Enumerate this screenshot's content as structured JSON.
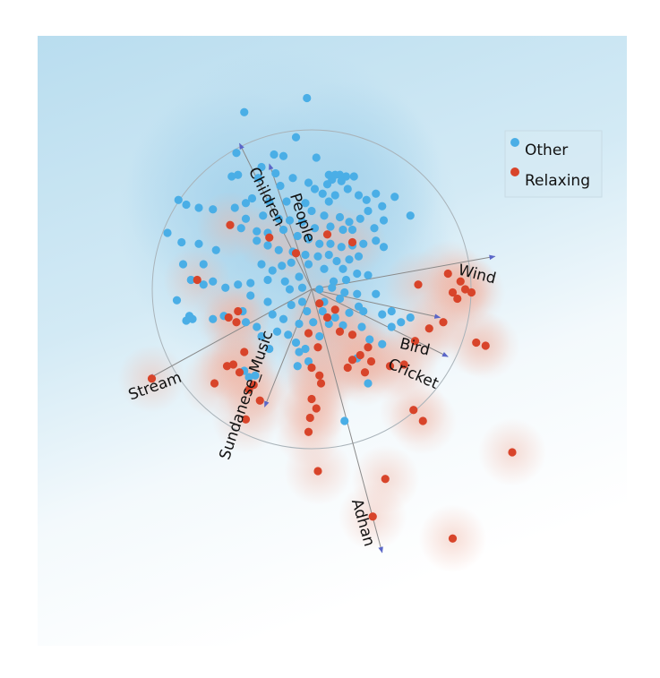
{
  "chart_data": {
    "type": "scatter",
    "title": "",
    "legend_position": "top-right",
    "grid": false,
    "colors": {
      "Other": "#4aaee6",
      "Relaxing": "#d8442a",
      "background_other": "#b5dcee",
      "background_relaxing": "#f4c9bd",
      "axis_line": "#8a8a8a",
      "axis_arrow": "#5a66c8"
    },
    "biplot_vectors": [
      {
        "name": "Children",
        "x": -0.46,
        "y": 0.93
      },
      {
        "name": "People",
        "x": -0.27,
        "y": 0.8
      },
      {
        "name": "Wind",
        "x": 1.17,
        "y": 0.21
      },
      {
        "name": "Bird",
        "x": 0.82,
        "y": -0.18
      },
      {
        "name": "Cricket",
        "x": 0.87,
        "y": -0.43
      },
      {
        "name": "Adhan",
        "x": 0.45,
        "y": -1.68
      },
      {
        "name": "Sundanese_Music",
        "x": -0.3,
        "y": -0.75
      },
      {
        "name": "Stream",
        "x": -1.04,
        "y": -0.57
      }
    ],
    "series": [
      {
        "name": "Other",
        "points": [
          [
            -0.03,
            1.22
          ],
          [
            -0.43,
            1.13
          ],
          [
            -0.1,
            0.97
          ],
          [
            -0.48,
            0.87
          ],
          [
            -0.18,
            0.85
          ],
          [
            -0.24,
            0.86
          ],
          [
            -0.32,
            0.78
          ],
          [
            -0.34,
            0.71
          ],
          [
            -0.23,
            0.74
          ],
          [
            -0.12,
            0.71
          ],
          [
            -0.2,
            0.66
          ],
          [
            -0.47,
            0.73
          ],
          [
            -0.51,
            0.72
          ],
          [
            0.03,
            0.84
          ],
          [
            0.11,
            0.73
          ],
          [
            0.15,
            0.73
          ],
          [
            0.18,
            0.73
          ],
          [
            0.22,
            0.72
          ],
          [
            0.27,
            0.72
          ],
          [
            0.13,
            0.7
          ],
          [
            0.1,
            0.67
          ],
          [
            0.19,
            0.69
          ],
          [
            -0.02,
            0.68
          ],
          [
            0.02,
            0.64
          ],
          [
            0.07,
            0.61
          ],
          [
            0.15,
            0.6
          ],
          [
            0.23,
            0.64
          ],
          [
            0.3,
            0.6
          ],
          [
            0.35,
            0.57
          ],
          [
            0.11,
            0.56
          ],
          [
            0.41,
            0.61
          ],
          [
            0.53,
            0.59
          ],
          [
            0.45,
            0.53
          ],
          [
            0.36,
            0.5
          ],
          [
            0.31,
            0.45
          ],
          [
            0.24,
            0.43
          ],
          [
            0.18,
            0.46
          ],
          [
            0.08,
            0.47
          ],
          [
            0.0,
            0.5
          ],
          [
            -0.04,
            0.55
          ],
          [
            -0.16,
            0.56
          ],
          [
            -0.27,
            0.56
          ],
          [
            -0.38,
            0.58
          ],
          [
            -0.42,
            0.55
          ],
          [
            -0.49,
            0.52
          ],
          [
            -0.63,
            0.51
          ],
          [
            -0.72,
            0.52
          ],
          [
            -0.42,
            0.45
          ],
          [
            -0.31,
            0.47
          ],
          [
            -0.21,
            0.45
          ],
          [
            -0.14,
            0.44
          ],
          [
            -0.06,
            0.43
          ],
          [
            0.02,
            0.39
          ],
          [
            0.12,
            0.4
          ],
          [
            0.2,
            0.38
          ],
          [
            0.26,
            0.38
          ],
          [
            0.4,
            0.39
          ],
          [
            0.46,
            0.44
          ],
          [
            0.63,
            0.47
          ],
          [
            -0.45,
            0.39
          ],
          [
            -0.35,
            0.37
          ],
          [
            -0.28,
            0.36
          ],
          [
            -0.18,
            0.38
          ],
          [
            -0.09,
            0.34
          ],
          [
            -0.02,
            0.32
          ],
          [
            0.05,
            0.29
          ],
          [
            0.12,
            0.29
          ],
          [
            0.19,
            0.27
          ],
          [
            0.26,
            0.28
          ],
          [
            0.33,
            0.29
          ],
          [
            0.41,
            0.31
          ],
          [
            0.46,
            0.27
          ],
          [
            -0.35,
            0.31
          ],
          [
            -0.28,
            0.28
          ],
          [
            -0.21,
            0.25
          ],
          [
            -0.12,
            0.24
          ],
          [
            -0.04,
            0.22
          ],
          [
            0.04,
            0.21
          ],
          [
            0.11,
            0.22
          ],
          [
            0.16,
            0.18
          ],
          [
            0.24,
            0.19
          ],
          [
            0.3,
            0.21
          ],
          [
            -0.13,
            0.17
          ],
          [
            -0.19,
            0.15
          ],
          [
            -0.25,
            0.12
          ],
          [
            -0.32,
            0.16
          ],
          [
            -0.02,
            0.16
          ],
          [
            0.08,
            0.13
          ],
          [
            0.2,
            0.13
          ],
          [
            0.29,
            0.1
          ],
          [
            -0.08,
            0.08
          ],
          [
            -0.17,
            0.05
          ],
          [
            -0.28,
            0.06
          ],
          [
            -0.39,
            0.04
          ],
          [
            0.14,
            0.05
          ],
          [
            0.22,
            0.06
          ],
          [
            0.36,
            0.09
          ],
          [
            -0.61,
            0.25
          ],
          [
            -0.69,
            0.16
          ],
          [
            -0.77,
            0.06
          ],
          [
            -0.69,
            0.03
          ],
          [
            -0.55,
            0.01
          ],
          [
            -0.47,
            0.03
          ],
          [
            -0.14,
            0.0
          ],
          [
            -0.06,
            0.01
          ],
          [
            0.05,
            0.0
          ],
          [
            0.13,
            0.01
          ],
          [
            0.21,
            -0.02
          ],
          [
            0.29,
            -0.03
          ],
          [
            0.41,
            -0.03
          ],
          [
            -0.39,
            -0.04
          ],
          [
            -0.28,
            -0.08
          ],
          [
            -0.13,
            -0.1
          ],
          [
            -0.06,
            -0.08
          ],
          [
            0.08,
            -0.08
          ],
          [
            0.18,
            -0.06
          ],
          [
            0.3,
            -0.11
          ],
          [
            -0.44,
            -0.14
          ],
          [
            -0.56,
            -0.17
          ],
          [
            -0.63,
            -0.19
          ],
          [
            -0.03,
            -0.14
          ],
          [
            0.07,
            -0.14
          ],
          [
            0.15,
            -0.18
          ],
          [
            0.24,
            -0.15
          ],
          [
            0.33,
            -0.14
          ],
          [
            0.45,
            -0.16
          ],
          [
            0.51,
            -0.14
          ],
          [
            0.57,
            -0.21
          ],
          [
            -0.25,
            -0.16
          ],
          [
            -0.18,
            -0.19
          ],
          [
            -0.08,
            -0.22
          ],
          [
            0.01,
            -0.21
          ],
          [
            0.11,
            -0.22
          ],
          [
            0.2,
            -0.23
          ],
          [
            0.32,
            -0.24
          ],
          [
            -0.35,
            -0.24
          ],
          [
            -0.42,
            -0.21
          ],
          [
            -0.22,
            -0.27
          ],
          [
            -0.15,
            -0.29
          ],
          [
            0.05,
            -0.3
          ],
          [
            -0.92,
            0.36
          ],
          [
            -0.78,
            -0.17
          ],
          [
            -0.86,
            -0.07
          ],
          [
            -0.8,
            -0.2
          ],
          [
            0.63,
            -0.18
          ],
          [
            0.51,
            -0.24
          ],
          [
            0.29,
            -0.44
          ],
          [
            0.45,
            -0.35
          ],
          [
            0.37,
            -0.32
          ],
          [
            0.36,
            -0.6
          ],
          [
            0.21,
            -0.84
          ],
          [
            -0.43,
            -0.52
          ],
          [
            -0.36,
            -0.55
          ],
          [
            -0.27,
            -0.38
          ],
          [
            -0.32,
            -0.3
          ],
          [
            -0.1,
            -0.34
          ],
          [
            -0.08,
            -0.4
          ],
          [
            -0.04,
            -0.38
          ],
          [
            -0.85,
            0.57
          ],
          [
            -0.8,
            0.54
          ],
          [
            -0.83,
            0.3
          ],
          [
            -0.82,
            0.16
          ],
          [
            -0.72,
            0.29
          ],
          [
            -0.76,
            -0.19
          ],
          [
            -0.63,
            0.05
          ],
          [
            -0.4,
            -0.56
          ],
          [
            -0.02,
            -0.46
          ],
          [
            -0.09,
            -0.49
          ]
        ]
      },
      {
        "name": "Relaxing",
        "points": [
          [
            0.87,
            0.1
          ],
          [
            0.95,
            0.05
          ],
          [
            0.98,
            0.0
          ],
          [
            0.9,
            -0.02
          ],
          [
            1.02,
            -0.02
          ],
          [
            0.93,
            -0.06
          ],
          [
            0.68,
            0.03
          ],
          [
            -0.52,
            0.41
          ],
          [
            -0.27,
            0.33
          ],
          [
            -0.1,
            0.23
          ],
          [
            0.1,
            0.35
          ],
          [
            0.26,
            0.3
          ],
          [
            -0.73,
            0.06
          ],
          [
            -0.47,
            -0.14
          ],
          [
            -0.53,
            -0.18
          ],
          [
            -0.48,
            -0.21
          ],
          [
            0.05,
            -0.09
          ],
          [
            0.1,
            -0.18
          ],
          [
            0.15,
            -0.13
          ],
          [
            -0.02,
            -0.28
          ],
          [
            0.04,
            -0.37
          ],
          [
            0.18,
            -0.27
          ],
          [
            0.26,
            -0.29
          ],
          [
            0.36,
            -0.37
          ],
          [
            0.31,
            -0.42
          ],
          [
            0.26,
            -0.45
          ],
          [
            0.34,
            -0.53
          ],
          [
            0.23,
            -0.5
          ],
          [
            0.38,
            -0.46
          ],
          [
            -0.43,
            -0.4
          ],
          [
            -0.54,
            -0.49
          ],
          [
            -0.5,
            -0.48
          ],
          [
            -0.46,
            -0.53
          ],
          [
            -0.62,
            -0.6
          ],
          [
            -0.37,
            -0.61
          ],
          [
            -0.33,
            -0.71
          ],
          [
            0.0,
            -0.5
          ],
          [
            0.0,
            -0.7
          ],
          [
            0.06,
            -0.6
          ],
          [
            0.03,
            -0.76
          ],
          [
            -0.01,
            -0.82
          ],
          [
            -0.02,
            -0.91
          ],
          [
            -1.02,
            -0.57
          ],
          [
            0.66,
            -0.33
          ],
          [
            0.75,
            -0.25
          ],
          [
            0.84,
            -0.21
          ],
          [
            1.05,
            -0.34
          ],
          [
            1.11,
            -0.36
          ],
          [
            0.65,
            -0.77
          ],
          [
            0.71,
            -0.84
          ],
          [
            0.04,
            -1.16
          ],
          [
            0.47,
            -1.21
          ],
          [
            0.39,
            -1.45
          ],
          [
            0.9,
            -1.59
          ],
          [
            1.28,
            -1.04
          ],
          [
            -0.4,
            -0.64
          ],
          [
            -0.42,
            -0.83
          ],
          [
            0.05,
            -0.55
          ],
          [
            0.59,
            -0.48
          ],
          [
            0.5,
            -0.49
          ]
        ]
      }
    ]
  },
  "legend": {
    "items": [
      {
        "label": "Other"
      },
      {
        "label": "Relaxing"
      }
    ]
  }
}
